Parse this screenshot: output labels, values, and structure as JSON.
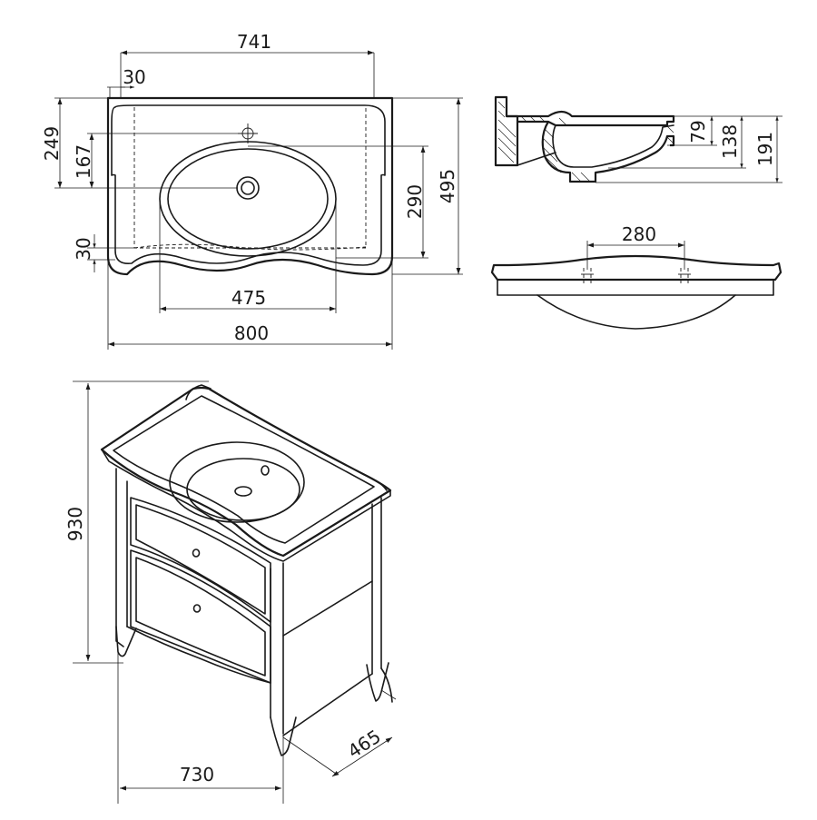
{
  "top_view": {
    "dim_741": "741",
    "dim_30_top": "30",
    "dim_249": "249",
    "dim_167": "167",
    "dim_290": "290",
    "dim_495": "495",
    "dim_30_side": "30",
    "dim_475": "475",
    "dim_800": "800"
  },
  "side_view": {
    "dim_79": "79",
    "dim_138": "138",
    "dim_191": "191"
  },
  "front_view": {
    "dim_280": "280"
  },
  "perspective_view": {
    "dim_930": "930",
    "dim_730": "730",
    "dim_465": "465"
  }
}
